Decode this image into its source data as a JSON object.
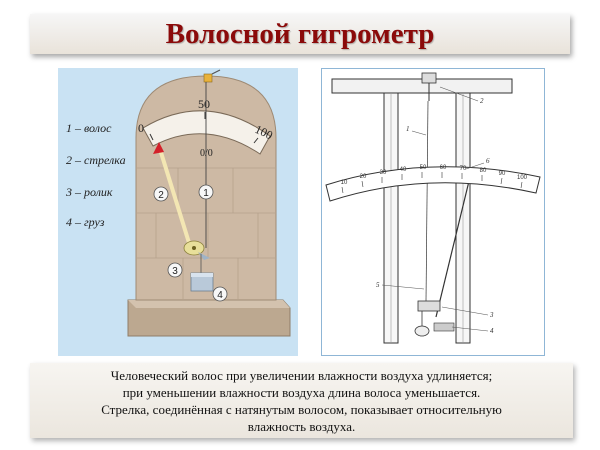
{
  "title": "Волосной гигрометр",
  "legend": [
    "1 – волос",
    "2 – стрелка",
    "3 – ролик",
    "4 – груз"
  ],
  "left_figure": {
    "scale_labels": [
      "0",
      "50",
      "100"
    ],
    "percent_sign": "0/0",
    "badges": [
      "1",
      "2",
      "3",
      "4"
    ]
  },
  "right_figure": {
    "scale_labels": [
      "10",
      "20",
      "30",
      "40",
      "50",
      "60",
      "70",
      "80",
      "90",
      "100"
    ],
    "callouts": [
      "1",
      "2",
      "5",
      "6",
      "3",
      "4"
    ]
  },
  "caption": [
    "Человеческий волос при увеличении влажности воздуха удлиняется;",
    "при уменьшении влажности воздуха длина волоса уменьшается.",
    "Стрелка, соединённая с натянутым волосом, показывает относительную",
    "влажность воздуха."
  ],
  "colors": {
    "title": "#8b0a0a",
    "stone": "#cdb9a4",
    "background_panel": "#c9e2f3",
    "needle": "#f3e6b3",
    "needle_tip": "#d3202a"
  }
}
